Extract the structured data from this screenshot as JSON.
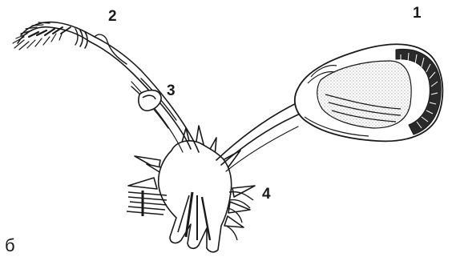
{
  "figure": {
    "panel_letter": "б",
    "labels": {
      "l1": "1",
      "l2": "2",
      "l3": "3",
      "l4": "4"
    },
    "colors": {
      "ink": "#1a1a1a",
      "background": "#ffffff",
      "stipple": "#d8d8d8"
    }
  }
}
